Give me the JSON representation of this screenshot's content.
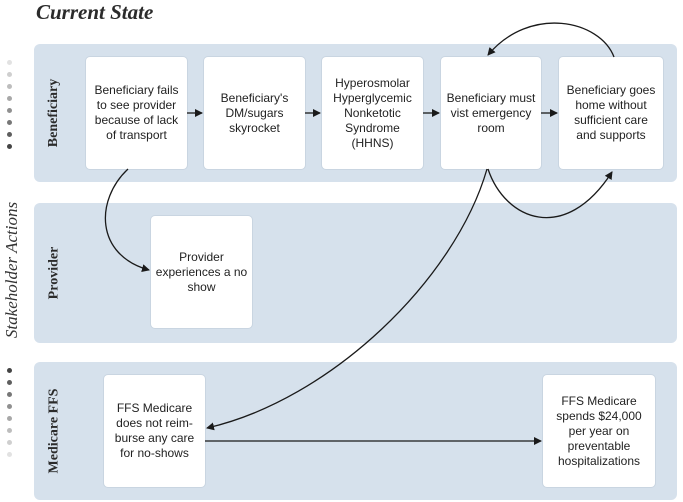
{
  "title": "Current State",
  "vertical_label": "Stakeholder Actions",
  "lanes": [
    {
      "label": "Beneficiary"
    },
    {
      "label": "Provider"
    },
    {
      "label": "Medicare FFS"
    }
  ],
  "boxes": {
    "b1": "Beneficiary fails to see provider because of lack of transport",
    "b2": "Beneficiary's DM/sugars skyrocket",
    "b3": "Hyperosmolar Hyperglycemic Nonketotic Syndrome (HHNS)",
    "b4": "Beneficiary must vist emergency room",
    "b5": "Beneficiary goes home without sufficient care and supports",
    "p1": "Provider experiences a no show",
    "m1": "FFS Medicare does not reim-burse any care for no-shows",
    "m2": "FFS Medicare spends $24,000 per year on preventable hospitalizations"
  },
  "colors": {
    "lane_bg": "#d6e1ec",
    "box_bg": "#ffffff",
    "arrow": "#1a1a1a"
  }
}
